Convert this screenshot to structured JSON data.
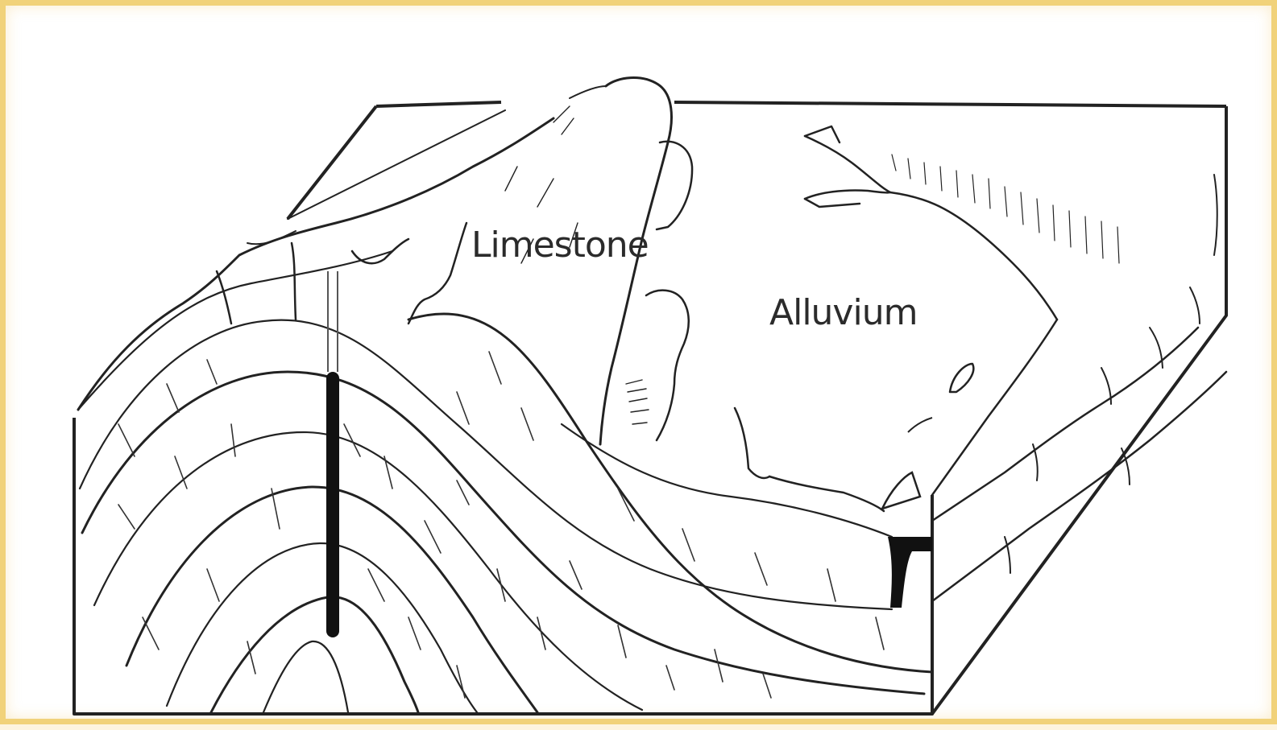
{
  "diagram": {
    "labels": {
      "limestone": "Limestone",
      "alluvium": "Alluvium"
    },
    "colors": {
      "frame_border": "#f1d27a",
      "background": "#ffffff",
      "line": "#222222",
      "well": "#111111"
    },
    "features": [
      "block-diagram",
      "folded-rock-strata",
      "limestone-ridge",
      "alluvium-valley",
      "borehole-well",
      "stream-channel"
    ]
  }
}
